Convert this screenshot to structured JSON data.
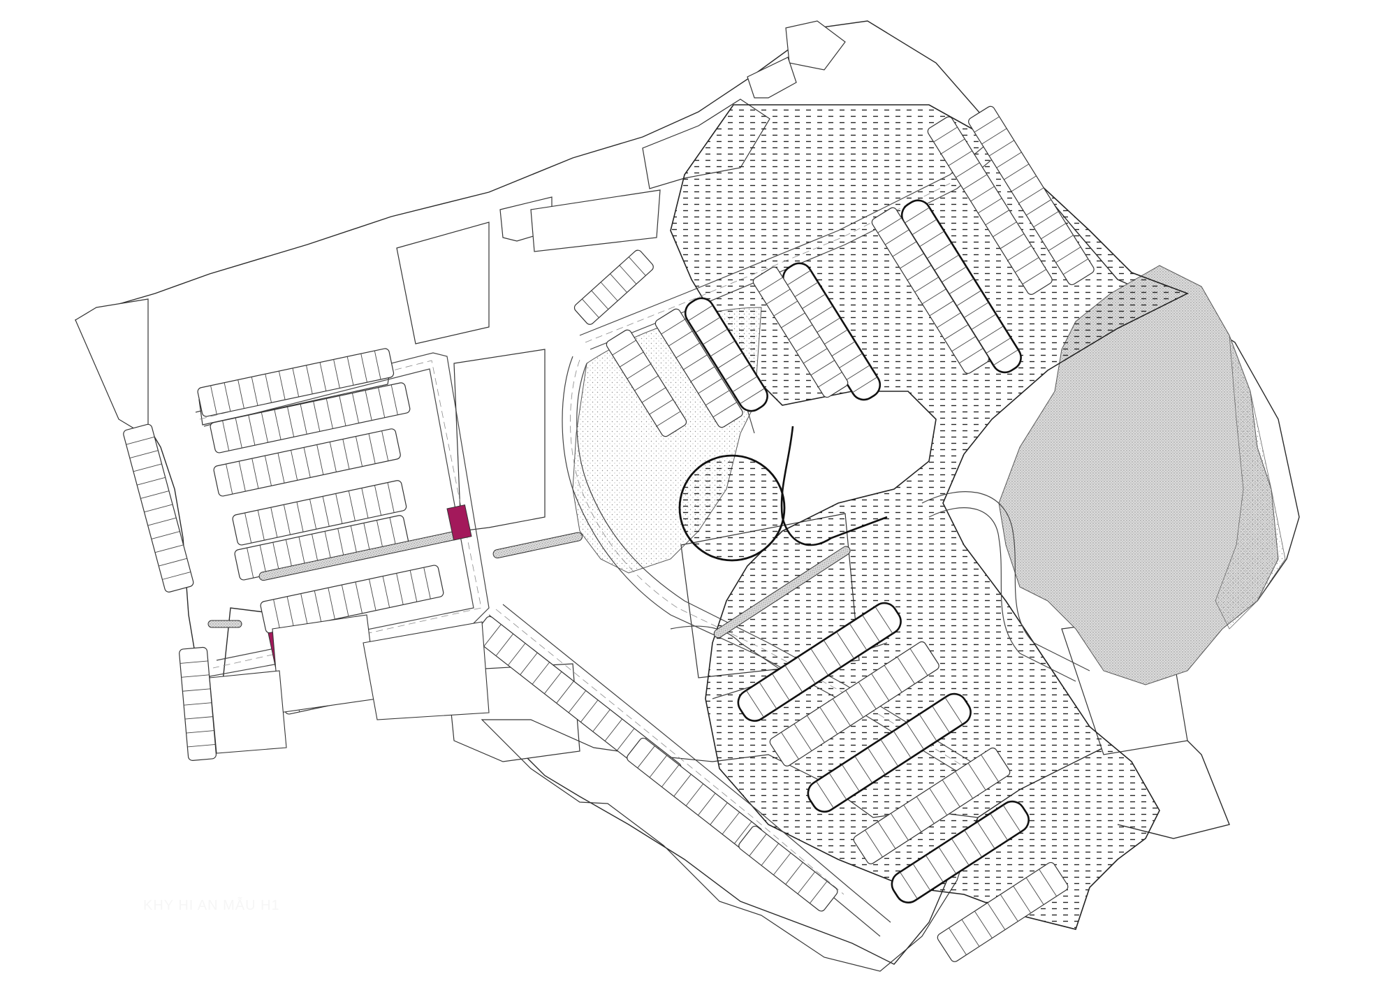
{
  "watermark": {
    "text": "KHY HI AN MẪU H1"
  },
  "colors": {
    "background": "#ffffff",
    "line": "#2a2a2a",
    "thin_line": "#555555",
    "highlight_lot": "#a3195b",
    "stipple": "#9a9a9a",
    "water_hatch": "#222222",
    "park_fill": "#e9e9e9"
  },
  "legend": {
    "highlighted_lots_count": 2,
    "highlighted_lots_meaning": ""
  },
  "features": {
    "site_boundary": "site-boundary",
    "lake": "lake-hatched",
    "circular_pond": "circular-pond",
    "park": "stippled-park",
    "roads": "internal-roads",
    "lot_rows": "residential-lot-rows",
    "highlighted_lots": "highlighted-lots"
  }
}
